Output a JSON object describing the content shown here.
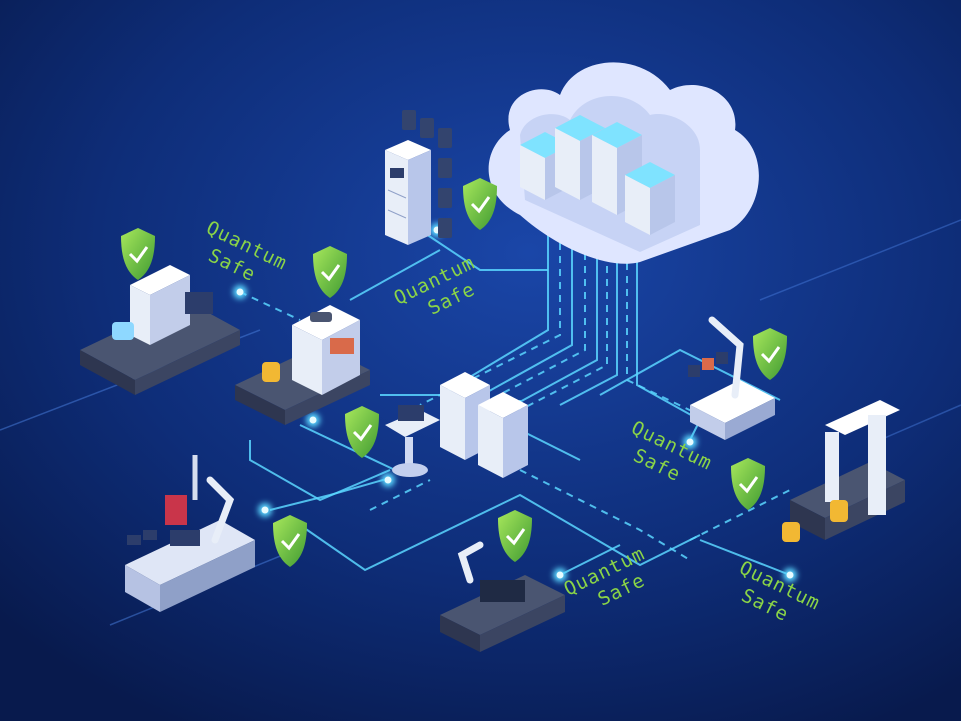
{
  "labels": {
    "quantum_safe_1": [
      "Quantum",
      "Safe"
    ],
    "quantum_safe_2": [
      "Quantum",
      "Safe"
    ],
    "quantum_safe_3": [
      "Quantum",
      "Safe"
    ],
    "quantum_safe_4": [
      "Quantum",
      "Safe"
    ],
    "quantum_safe_5": [
      "Quantum",
      "Safe"
    ]
  },
  "colors": {
    "background": "#0b2566",
    "accent_green": "#8ad447",
    "link_cyan": "#5ad6ff",
    "device_white": "#e8eef8",
    "cloud": "#dfe6ff"
  },
  "icons": [
    "cloud-icon",
    "server-rack-icon",
    "shield-check-icon",
    "robot-arm-icon",
    "conveyor-belt-icon",
    "tablet-kiosk-icon"
  ]
}
